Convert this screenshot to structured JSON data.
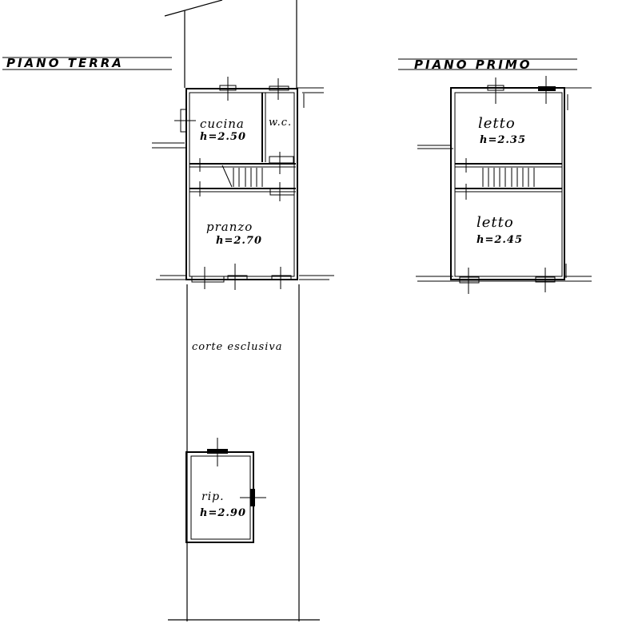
{
  "plan": {
    "ground_floor": {
      "title": "PIANO TERRA",
      "rooms": [
        {
          "name": "cucina",
          "height": "h=2.50"
        },
        {
          "name": "w.c.",
          "height": ""
        },
        {
          "name": "pranzo",
          "height": "h=2.70"
        }
      ],
      "courtyard": {
        "label": "corte esclusiva"
      },
      "storage": {
        "name": "rip.",
        "height": "h=2.90"
      }
    },
    "first_floor": {
      "title": "PIANO PRIMO",
      "rooms": [
        {
          "name": "letto",
          "height": "h=2.35"
        },
        {
          "name": "letto",
          "height": "h=2.45"
        }
      ]
    }
  },
  "colors": {
    "ink": "#000000",
    "paper": "#ffffff"
  }
}
